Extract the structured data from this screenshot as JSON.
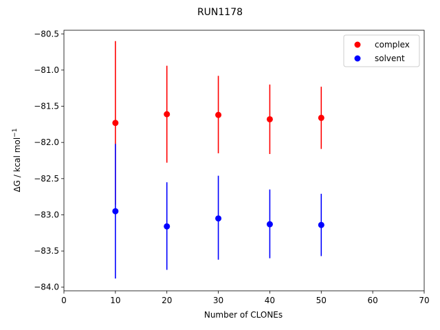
{
  "chart_data": {
    "type": "scatter",
    "title": "RUN1178",
    "xlabel": "Number of CLONEs",
    "ylabel_main": "ΔG / kcal mol",
    "ylabel_sup": "−1",
    "xlim": [
      0,
      70
    ],
    "ylim": [
      -84.05,
      -80.45
    ],
    "x_ticks": [
      0,
      10,
      20,
      30,
      40,
      50,
      60,
      70
    ],
    "y_ticks": [
      -84.0,
      -83.5,
      -83.0,
      -82.5,
      -82.0,
      -81.5,
      -81.0,
      -80.5
    ],
    "x_tick_labels": [
      "0",
      "10",
      "20",
      "30",
      "40",
      "50",
      "60",
      "70"
    ],
    "y_tick_labels": [
      "−84.0",
      "−83.5",
      "−83.0",
      "−82.5",
      "−82.0",
      "−81.5",
      "−81.0",
      "−80.5"
    ],
    "grid": false,
    "legend_position": "top-right",
    "series": [
      {
        "name": "complex",
        "color": "#ff0000",
        "x": [
          10,
          20,
          30,
          40,
          50
        ],
        "y": [
          -81.73,
          -81.61,
          -81.62,
          -81.68,
          -81.66
        ],
        "yerr_low": [
          -82.86,
          -82.28,
          -82.15,
          -82.16,
          -82.09
        ],
        "yerr_high": [
          -80.6,
          -80.94,
          -81.08,
          -81.2,
          -81.23
        ]
      },
      {
        "name": "solvent",
        "color": "#0000ff",
        "x": [
          10,
          20,
          30,
          40,
          50
        ],
        "y": [
          -82.95,
          -83.16,
          -83.05,
          -83.13,
          -83.14
        ],
        "yerr_low": [
          -83.88,
          -83.76,
          -83.62,
          -83.6,
          -83.57
        ],
        "yerr_high": [
          -82.02,
          -82.55,
          -82.46,
          -82.65,
          -82.71
        ]
      }
    ]
  }
}
